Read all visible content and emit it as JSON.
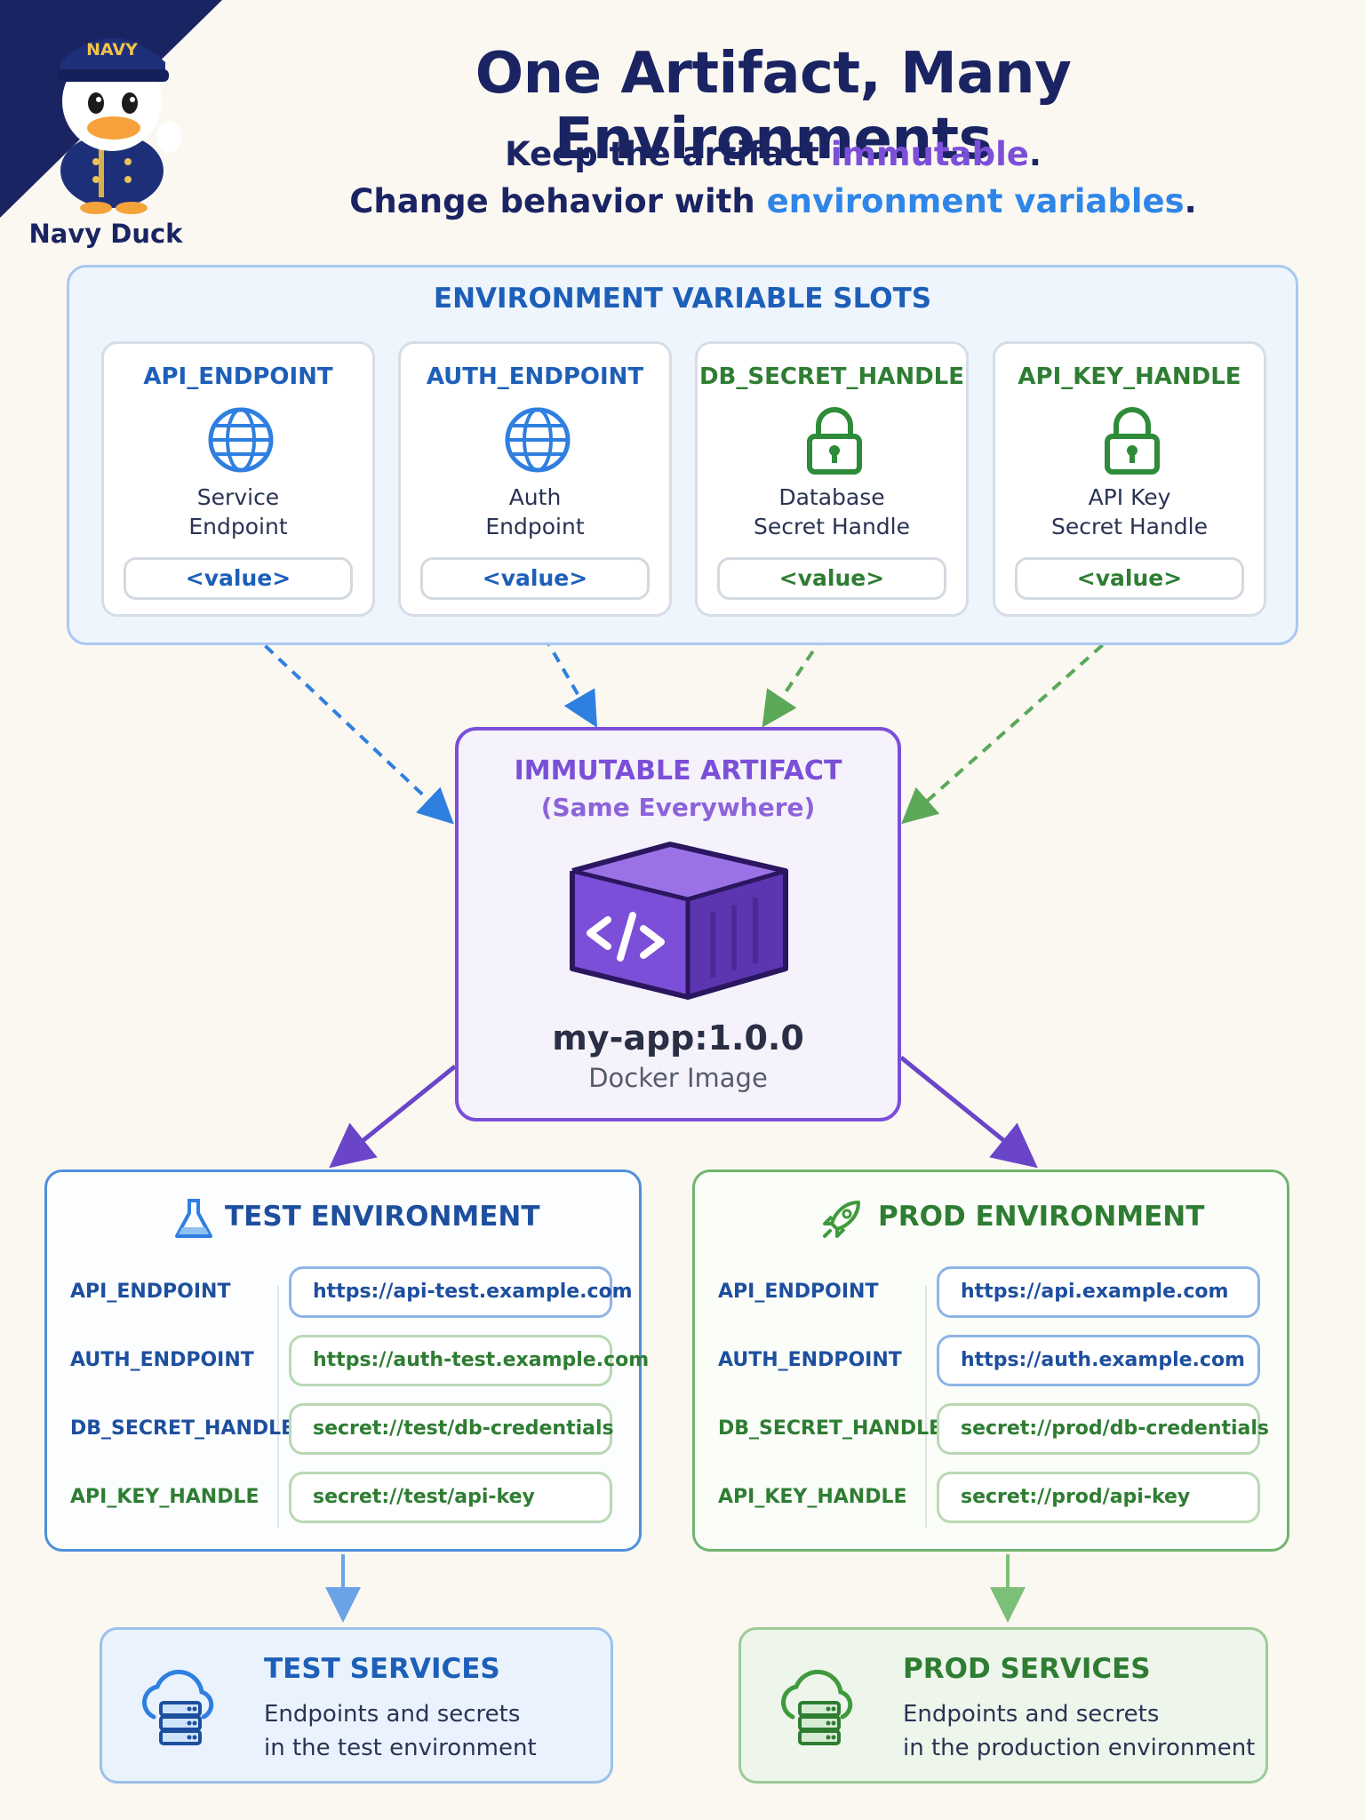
{
  "mascot": {
    "hat_text": "NAVY",
    "caption": "Navy Duck"
  },
  "header": {
    "title": "One Artifact, Many Environments",
    "line1_pre": "Keep the artifact ",
    "line1_highlight": "immutable",
    "line1_post": ".",
    "line2_pre": "Change behavior with ",
    "line2_highlight": "environment variables",
    "line2_post": "."
  },
  "slots": {
    "title": "ENVIRONMENT VARIABLE SLOTS",
    "items": [
      {
        "name": "API_ENDPOINT",
        "icon": "globe-icon",
        "desc1": "Service",
        "desc2": "Endpoint",
        "value": "<value>"
      },
      {
        "name": "AUTH_ENDPOINT",
        "icon": "globe-icon",
        "desc1": "Auth",
        "desc2": "Endpoint",
        "value": "<value>"
      },
      {
        "name": "DB_SECRET_HANDLE",
        "icon": "lock-icon",
        "desc1": "Database",
        "desc2": "Secret Handle",
        "value": "<value>"
      },
      {
        "name": "API_KEY_HANDLE",
        "icon": "lock-icon",
        "desc1": "API Key",
        "desc2": "Secret Handle",
        "value": "<value>"
      }
    ]
  },
  "artifact": {
    "title": "IMMUTABLE ARTIFACT",
    "subtitle": "(Same Everywhere)",
    "name": "my-app:1.0.0",
    "type": "Docker Image",
    "icon": "container-box-icon"
  },
  "environments": {
    "test": {
      "title": "TEST ENVIRONMENT",
      "icon": "flask-icon",
      "rows": [
        {
          "key": "API_ENDPOINT",
          "value": "https://api-test.example.com"
        },
        {
          "key": "AUTH_ENDPOINT",
          "value": "https://auth-test.example.com"
        },
        {
          "key": "DB_SECRET_HANDLE",
          "value": "secret://test/db-credentials"
        },
        {
          "key": "API_KEY_HANDLE",
          "value": "secret://test/api-key"
        }
      ]
    },
    "prod": {
      "title": "PROD ENVIRONMENT",
      "icon": "rocket-icon",
      "rows": [
        {
          "key": "API_ENDPOINT",
          "value": "https://api.example.com"
        },
        {
          "key": "AUTH_ENDPOINT",
          "value": "https://auth.example.com"
        },
        {
          "key": "DB_SECRET_HANDLE",
          "value": "secret://prod/db-credentials"
        },
        {
          "key": "API_KEY_HANDLE",
          "value": "secret://prod/api-key"
        }
      ]
    }
  },
  "services": {
    "test": {
      "title": "TEST SERVICES",
      "line1": "Endpoints and secrets",
      "line2": "in the test environment",
      "icon": "cloud-server-icon"
    },
    "prod": {
      "title": "PROD SERVICES",
      "line1": "Endpoints and secrets",
      "line2": "in the production environment",
      "icon": "cloud-server-icon"
    }
  },
  "colors": {
    "navy": "#1b2463",
    "artifact_purple": "#7b4fd8",
    "test_blue": "#2f7fe0",
    "prod_green": "#5aa858"
  }
}
